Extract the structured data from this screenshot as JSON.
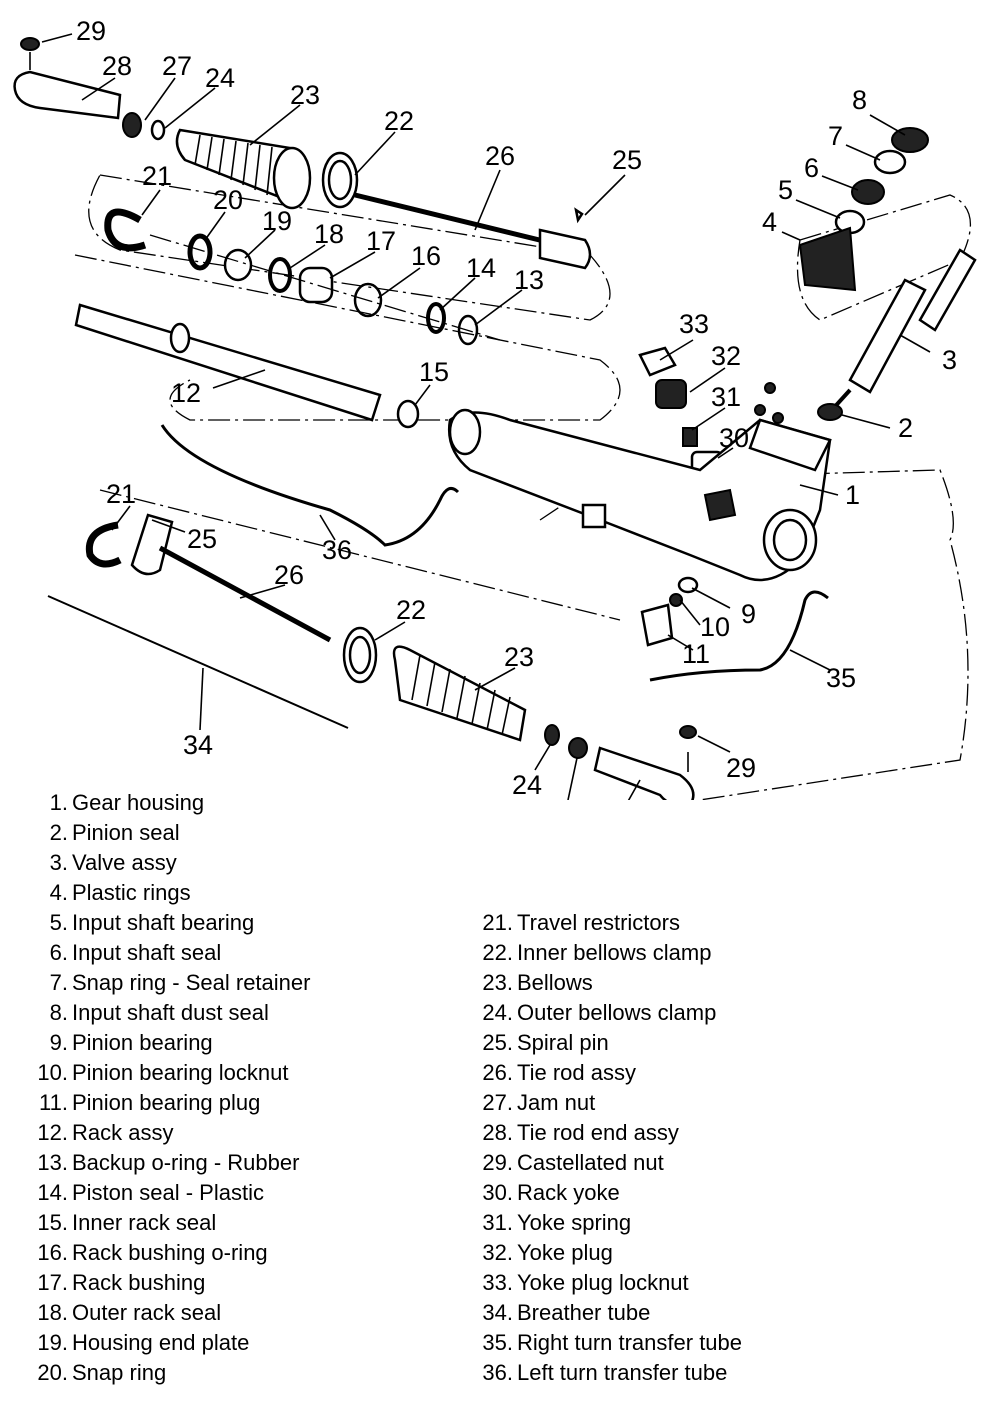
{
  "callouts": [
    "29",
    "28",
    "27",
    "24",
    "23",
    "22",
    "26",
    "25",
    "8",
    "7",
    "6",
    "5",
    "4",
    "21",
    "20",
    "19",
    "18",
    "17",
    "16",
    "14",
    "13",
    "33",
    "32",
    "3",
    "31",
    "15",
    "12",
    "2",
    "30",
    "1",
    "21",
    "25",
    "36",
    "26",
    "9",
    "22",
    "10",
    "11",
    "23",
    "35",
    "34",
    "29",
    "24",
    "27",
    "28"
  ],
  "legend": {
    "left": [
      {
        "num": "1.",
        "text": "Gear housing"
      },
      {
        "num": "2.",
        "text": "Pinion seal"
      },
      {
        "num": "3.",
        "text": "Valve assy"
      },
      {
        "num": "4.",
        "text": "Plastic rings"
      },
      {
        "num": "5.",
        "text": "Input shaft bearing"
      },
      {
        "num": "6.",
        "text": "Input shaft seal"
      },
      {
        "num": "7.",
        "text": "Snap ring - Seal retainer"
      },
      {
        "num": "8.",
        "text": "Input shaft dust seal"
      },
      {
        "num": "9.",
        "text": "Pinion bearing"
      },
      {
        "num": "10.",
        "text": "Pinion bearing locknut"
      },
      {
        "num": "11.",
        "text": "Pinion bearing plug"
      },
      {
        "num": "12.",
        "text": "Rack assy"
      },
      {
        "num": "13.",
        "text": "Backup o-ring - Rubber"
      },
      {
        "num": "14.",
        "text": "Piston seal - Plastic"
      },
      {
        "num": "15.",
        "text": "Inner rack seal"
      },
      {
        "num": "16.",
        "text": "Rack bushing o-ring"
      },
      {
        "num": "17.",
        "text": "Rack bushing"
      },
      {
        "num": "18.",
        "text": "Outer rack seal"
      },
      {
        "num": "19.",
        "text": "Housing end plate"
      },
      {
        "num": "20.",
        "text": "Snap ring"
      }
    ],
    "right": [
      {
        "num": "21.",
        "text": "Travel restrictors"
      },
      {
        "num": "22.",
        "text": "Inner bellows clamp"
      },
      {
        "num": "23.",
        "text": "Bellows"
      },
      {
        "num": "24.",
        "text": "Outer bellows clamp"
      },
      {
        "num": "25.",
        "text": "Spiral pin"
      },
      {
        "num": "26.",
        "text": "Tie rod assy"
      },
      {
        "num": "27.",
        "text": "Jam nut"
      },
      {
        "num": "28.",
        "text": "Tie rod end assy"
      },
      {
        "num": "29.",
        "text": "Castellated nut"
      },
      {
        "num": "30.",
        "text": "Rack yoke"
      },
      {
        "num": "31.",
        "text": "Yoke spring"
      },
      {
        "num": "32.",
        "text": "Yoke plug"
      },
      {
        "num": "33.",
        "text": "Yoke plug locknut"
      },
      {
        "num": "34.",
        "text": "Breather tube"
      },
      {
        "num": "35.",
        "text": "Right turn transfer tube"
      },
      {
        "num": "36.",
        "text": "Left turn transfer tube"
      }
    ]
  }
}
